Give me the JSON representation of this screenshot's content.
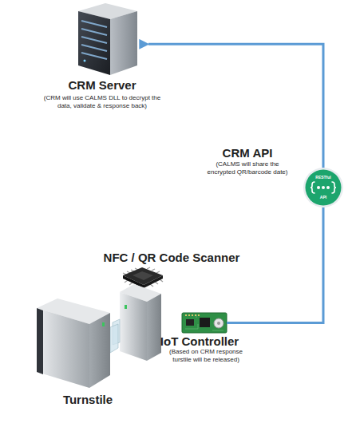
{
  "diagram": {
    "nodes": [
      {
        "text": [
          "CRM Server",
          "(CRM will use CALMS DLL to decrypt the data, validate & response back)"
        ]
      },
      {
        "text": [
          "CRM API",
          "(CALMS will share the encrypted QR/barcode date)"
        ]
      },
      {
        "text": [
          "NFC / QR Code Scanner"
        ]
      },
      {
        "text": [
          "IoT Controller",
          "(Based on CRM response turstile will be released)"
        ]
      },
      {
        "text": [
          "Turnstile"
        ]
      }
    ],
    "edges": [
      {
        "from": 3,
        "to": 1,
        "arrow": "none"
      },
      {
        "from": 1,
        "to": 0,
        "arrow": "to"
      }
    ],
    "labels": [
      "RESTful",
      "API"
    ]
  }
}
